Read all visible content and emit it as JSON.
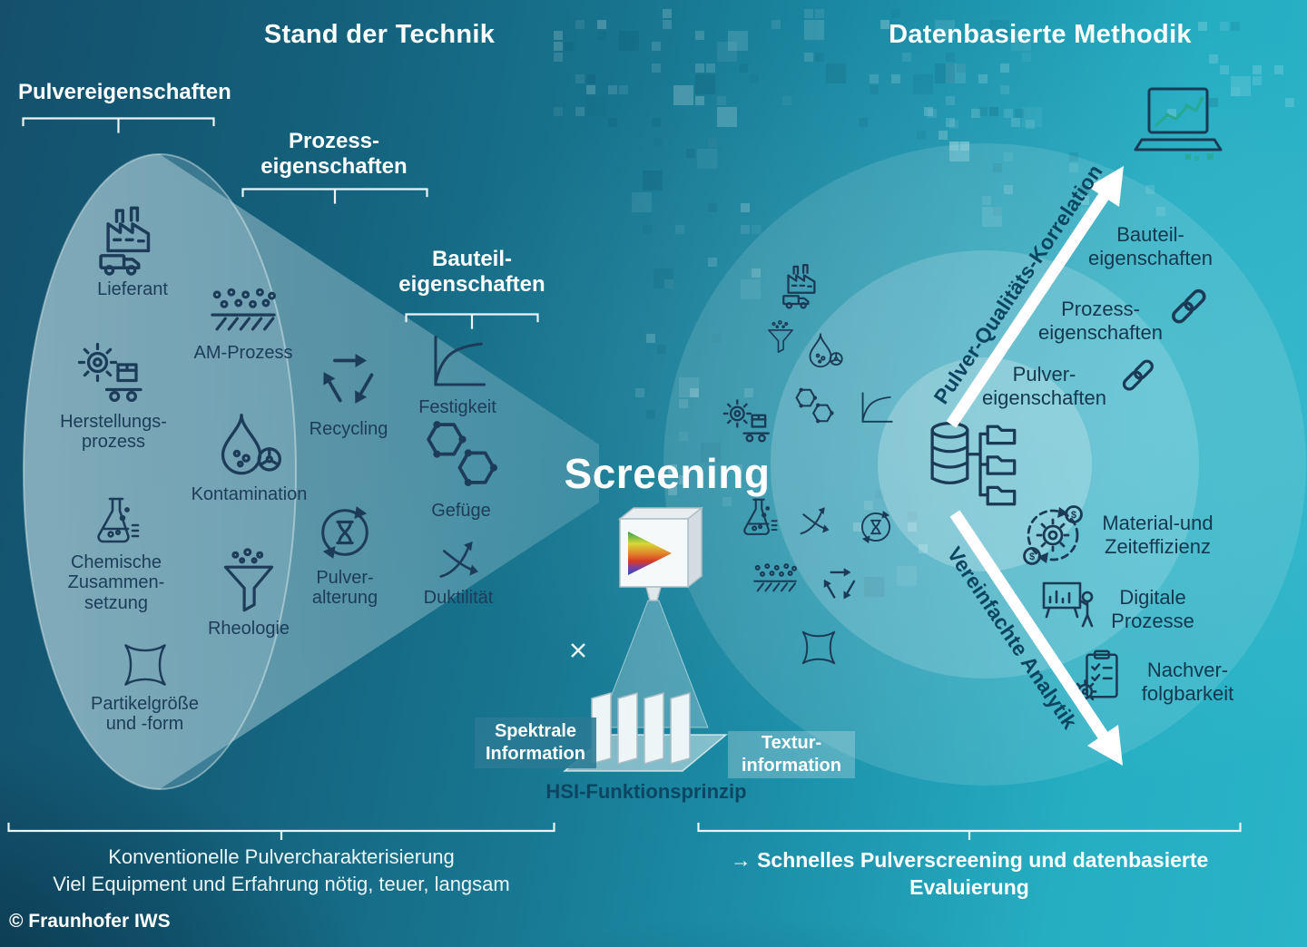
{
  "colors": {
    "background_left": "#14506c",
    "background_right": "#2ab4c8",
    "icon_navy": "#1c3c59",
    "funnel_fill": "#d7ebf0",
    "arrow_green_light": "#cfe9da",
    "arrow_green_dark": "#0f9478",
    "label_dark_teal": "#0b4560",
    "accent_teal_green": "#28a892",
    "white": "#ffffff"
  },
  "titles": {
    "left": "Stand der Technik",
    "right": "Datenbasierte Methodik"
  },
  "left_panel": {
    "groups": [
      {
        "label": "Pulvereigenschaften"
      },
      {
        "label": "Prozess-\neigenschaften"
      },
      {
        "label": "Bauteil-\neigenschaften"
      }
    ],
    "items": [
      {
        "label": "Lieferant",
        "icon": "factory-truck"
      },
      {
        "label": "Herstellungs-\nprozess",
        "icon": "gear-conveyor"
      },
      {
        "label": "Chemische\nZusammen-\nsetzung",
        "icon": "flask"
      },
      {
        "label": "Partikelgröße\nund -form",
        "icon": "particle-shape"
      },
      {
        "label": "AM-Prozess",
        "icon": "powder-bed"
      },
      {
        "label": "Recycling",
        "icon": "recycle"
      },
      {
        "label": "Kontamination",
        "icon": "droplet"
      },
      {
        "label": "Pulver-\nalterung",
        "icon": "aging-clock"
      },
      {
        "label": "Rheologie",
        "icon": "funnel"
      },
      {
        "label": "Festigkeit",
        "icon": "strength-curve"
      },
      {
        "label": "Gefüge",
        "icon": "microstructure"
      },
      {
        "label": "Duktilität",
        "icon": "ductility-arrows"
      }
    ]
  },
  "screening": {
    "label": "Screening"
  },
  "hsi": {
    "spectral_label": "Spektrale\nInformation",
    "texture_label": "Textur-\ninformation",
    "caption": "HSI-Funktionsprinzip"
  },
  "right_panel": {
    "arrow_up_label": "Pulver-Qualitäts-Korrelation",
    "arrow_down_label": "Vereinfachte Analytik",
    "labels": [
      {
        "label": "Bauteil-\neigenschaften",
        "icon": "laptop-chart"
      },
      {
        "label": "Prozess-\neigenschaften",
        "icon": "chain-link"
      },
      {
        "label": "Pulver-\neigenschaften",
        "icon": "chain-link"
      },
      {
        "label": "Material-und\nZeiteffizienz",
        "icon": "efficiency-gear"
      },
      {
        "label": "Digitale\nProzesse",
        "icon": "presentation"
      },
      {
        "label": "Nachver-\nfolgbarkeit",
        "icon": "traceability"
      }
    ]
  },
  "footer": {
    "left_line1": "Konventionelle Pulvercharakterisierung",
    "left_line2": "Viel Equipment und Erfahrung nötig, teuer, langsam",
    "right_text": "→ Schnelles Pulverscreening und datenbasierte\nEvaluierung",
    "copyright": "© Fraunhofer IWS"
  }
}
